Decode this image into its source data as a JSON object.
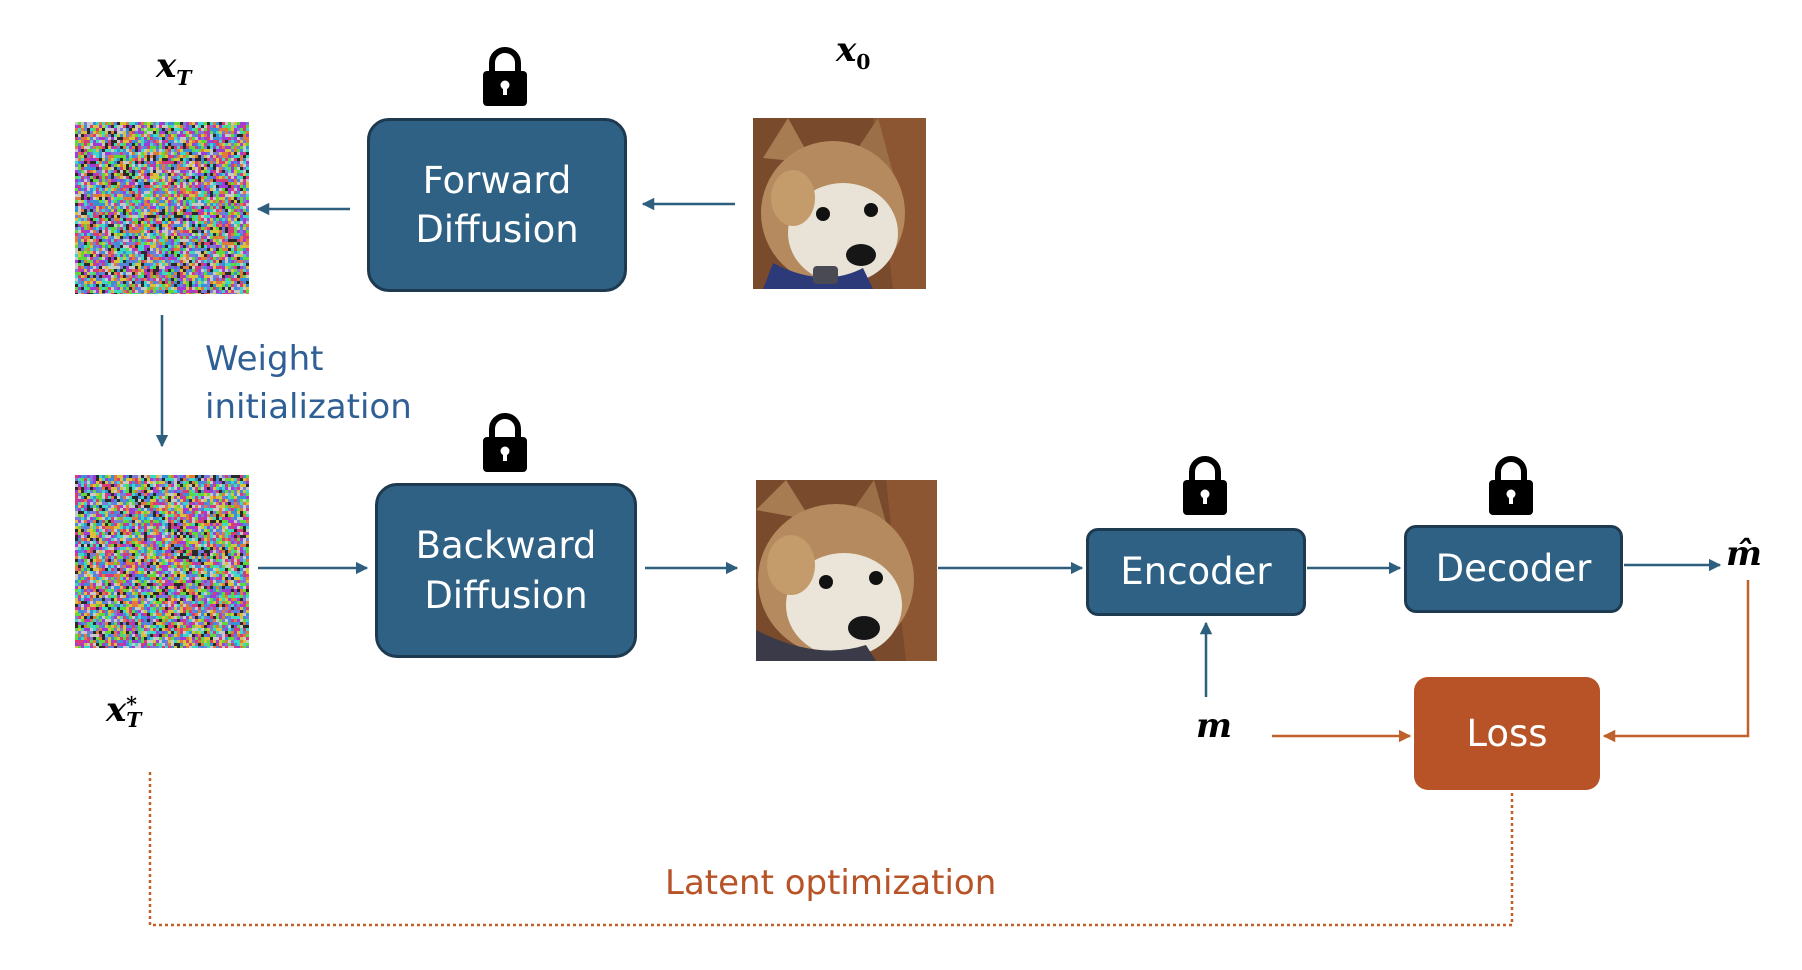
{
  "labels": {
    "x_T": {
      "base": "x",
      "sub": "T"
    },
    "x_0": {
      "base": "x",
      "sub": "0"
    },
    "x_T_star": {
      "base": "x",
      "sup": "*",
      "sub": "T"
    },
    "m": "m",
    "m_hat": "m̂"
  },
  "boxes": {
    "forward": [
      "Forward",
      "Diffusion"
    ],
    "backward": [
      "Backward",
      "Diffusion"
    ],
    "encoder": "Encoder",
    "decoder": "Decoder",
    "loss": "Loss"
  },
  "annotations": {
    "weight_init": [
      "Weight",
      "initialization"
    ],
    "latent_opt": "Latent optimization"
  },
  "colors": {
    "box_fill": "#2e6184",
    "box_border": "#1d3a50",
    "arrow_blue": "#2f5f7f",
    "loss_fill": "#b75326",
    "arrow_orange": "#c0612c",
    "label_blue": "#2f5f95"
  },
  "icons": [
    "lock-icon",
    "noise-image",
    "dog-image"
  ]
}
